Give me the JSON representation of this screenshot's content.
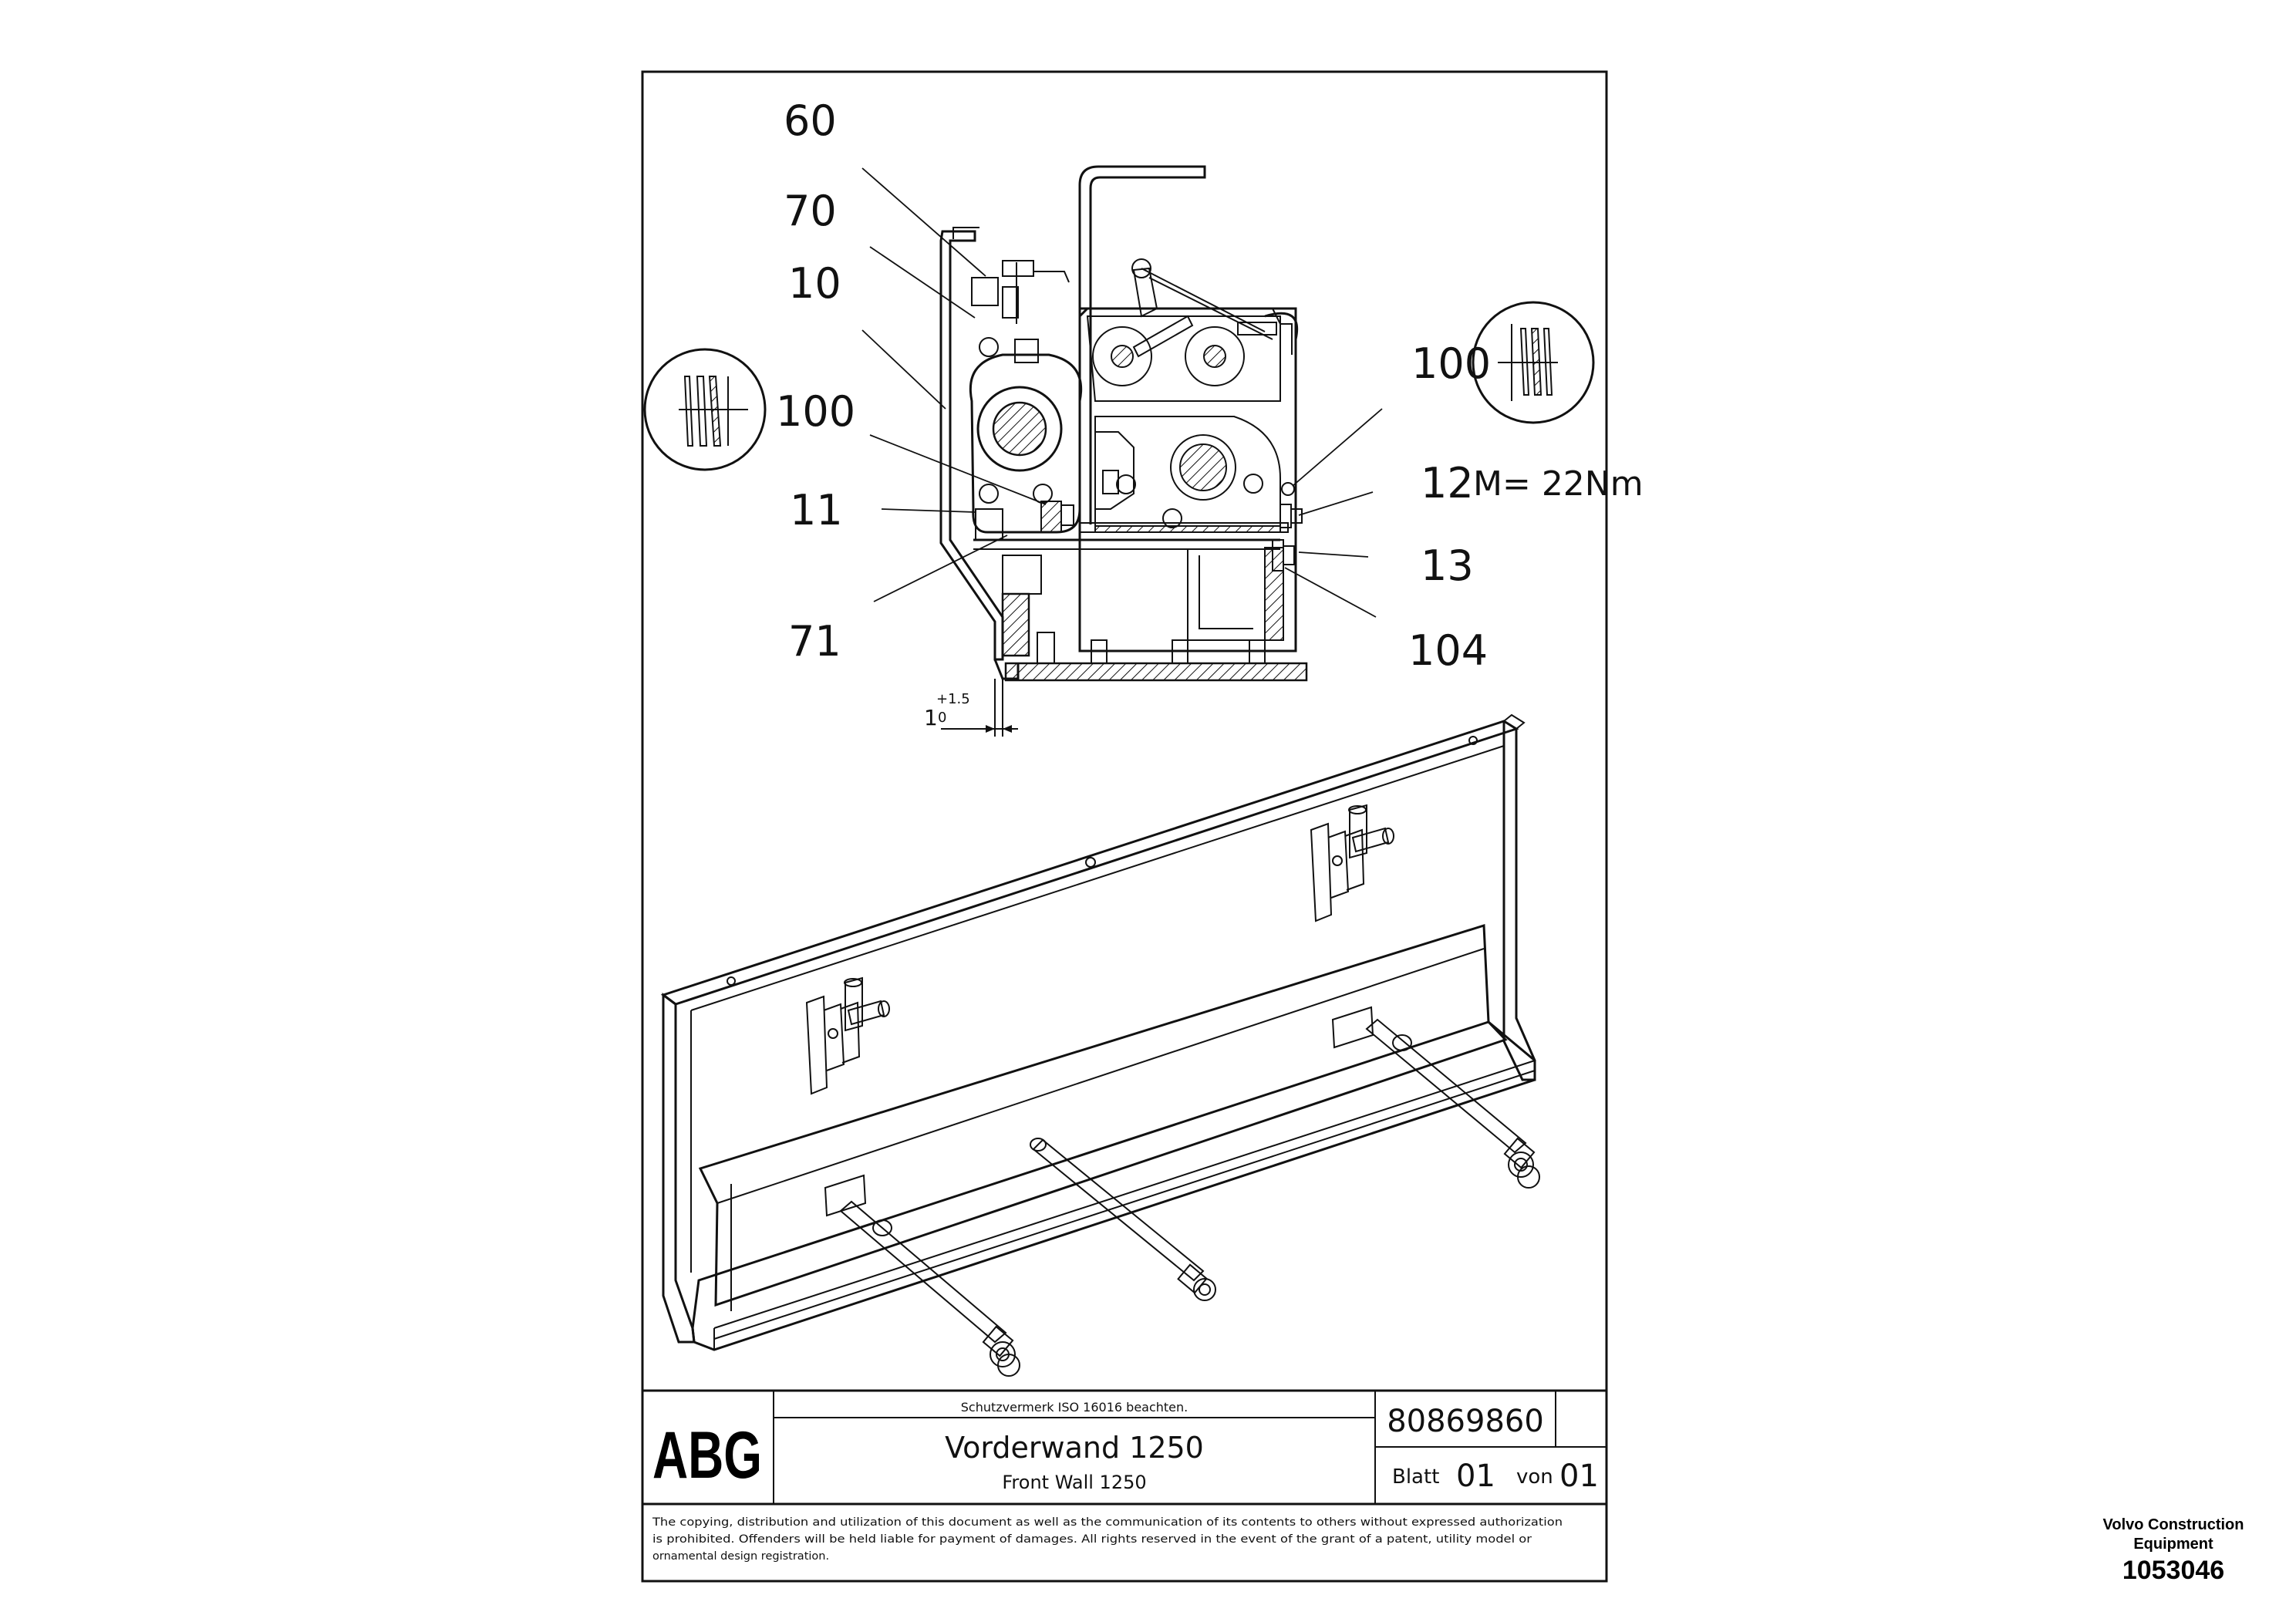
{
  "drawing": {
    "callouts": {
      "c60": "60",
      "c70": "70",
      "c10": "10",
      "c100_left": "100",
      "c11": "11",
      "c71": "71",
      "c100_right": "100",
      "c12": "12",
      "c12_torque": "M= 22Nm",
      "c13": "13",
      "c104": "104"
    },
    "dimension": {
      "value": "1",
      "upper_tol": "+1.5",
      "lower_tol": "0"
    }
  },
  "title_block": {
    "logo_text": "ABG",
    "protection_note": "Schutzvermerk ISO 16016 beachten.",
    "title_de": "Vorderwand 1250",
    "title_en": "Front Wall 1250",
    "drawing_number": "80869860",
    "sheet_label": "Blatt",
    "sheet_number": "01",
    "of_label": "von",
    "sheet_total": "01",
    "legal_line1": "The copying, distribution and utilization of this document as well as the communication of its contents to others without expressed authorization",
    "legal_line2": "is prohibited. Offenders will be held liable for payment of damages. All rights reserved in the event of the grant of a patent, utility model or",
    "legal_line3": "ornamental design registration."
  },
  "publisher": {
    "line1": "Volvo Construction",
    "line2": "Equipment",
    "ref_number": "1053046"
  }
}
